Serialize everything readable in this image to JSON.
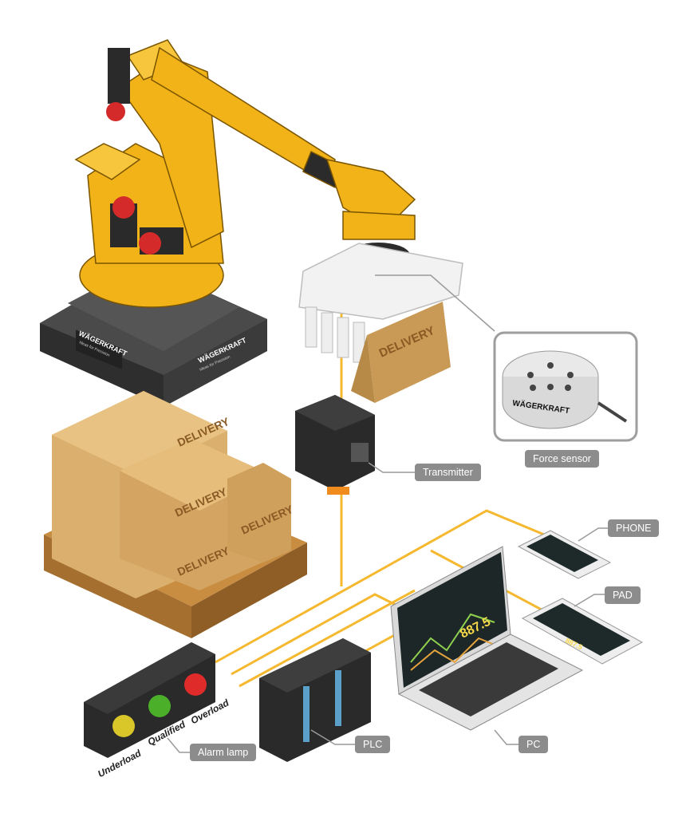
{
  "labels": {
    "transmitter": "Transmitter",
    "force_sensor": "Force sensor",
    "phone": "PHONE",
    "pad": "PAD",
    "pc": "PC",
    "plc": "PLC",
    "alarm_lamp": "Alarm lamp"
  },
  "lamp_states": {
    "underload": "Underload",
    "qualified": "Qualified",
    "overload": "Overload"
  },
  "brand": {
    "name": "WÄGERKRAFT",
    "tagline": "Ideas for Precision"
  },
  "box_text": "DELIVERY",
  "screen_value": "887.5",
  "colors": {
    "robot_yellow": "#f2b318",
    "cable": "#f5b82e",
    "tag_gray": "#8c8c8c",
    "box_tan": "#dbb06e",
    "lamp_red": "#e02b2b",
    "lamp_green": "#4caf2a",
    "lamp_yellow": "#d9c72a"
  }
}
